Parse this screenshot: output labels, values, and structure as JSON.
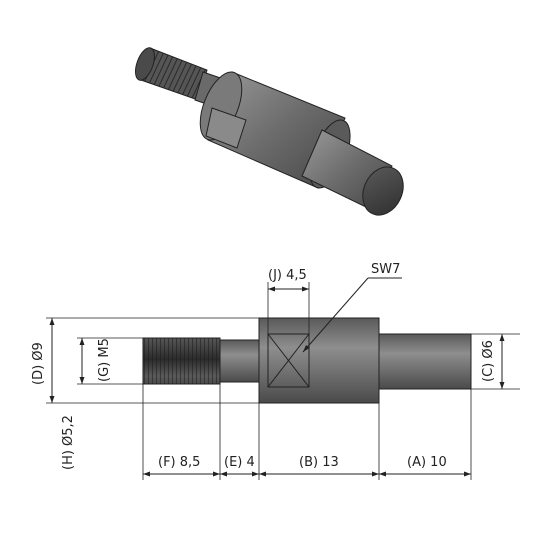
{
  "labels": {
    "J": "(J) 4,5",
    "sw": "SW7",
    "D": "(D) Ø9",
    "G": "(G) M5",
    "H": "(H) Ø5,2",
    "C": "(C) Ø6",
    "F": "(F) 8,5",
    "E": "(E) 4",
    "B": "(B) 13",
    "A": "(A) 10"
  },
  "colors": {
    "metal_dark": "#3a3a3a",
    "metal_mid": "#6b6b6b",
    "metal_light": "#9a9a9a",
    "line": "#222222"
  }
}
